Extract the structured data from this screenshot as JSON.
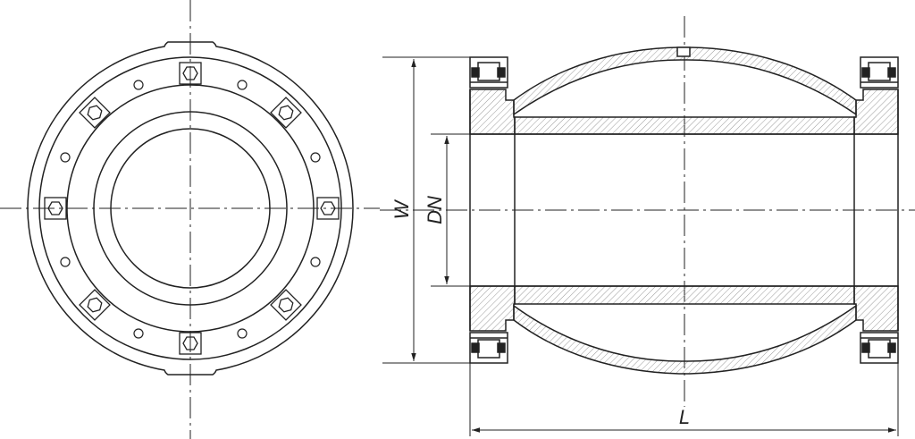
{
  "drawing": {
    "type": "technical-drawing",
    "views": [
      "front-view",
      "section-view"
    ],
    "labels": {
      "width": "W",
      "diameter": "DN",
      "length": "L"
    },
    "colors": {
      "line": "#222222",
      "hatch": "#9a9a9a",
      "background": "#ffffff"
    }
  }
}
